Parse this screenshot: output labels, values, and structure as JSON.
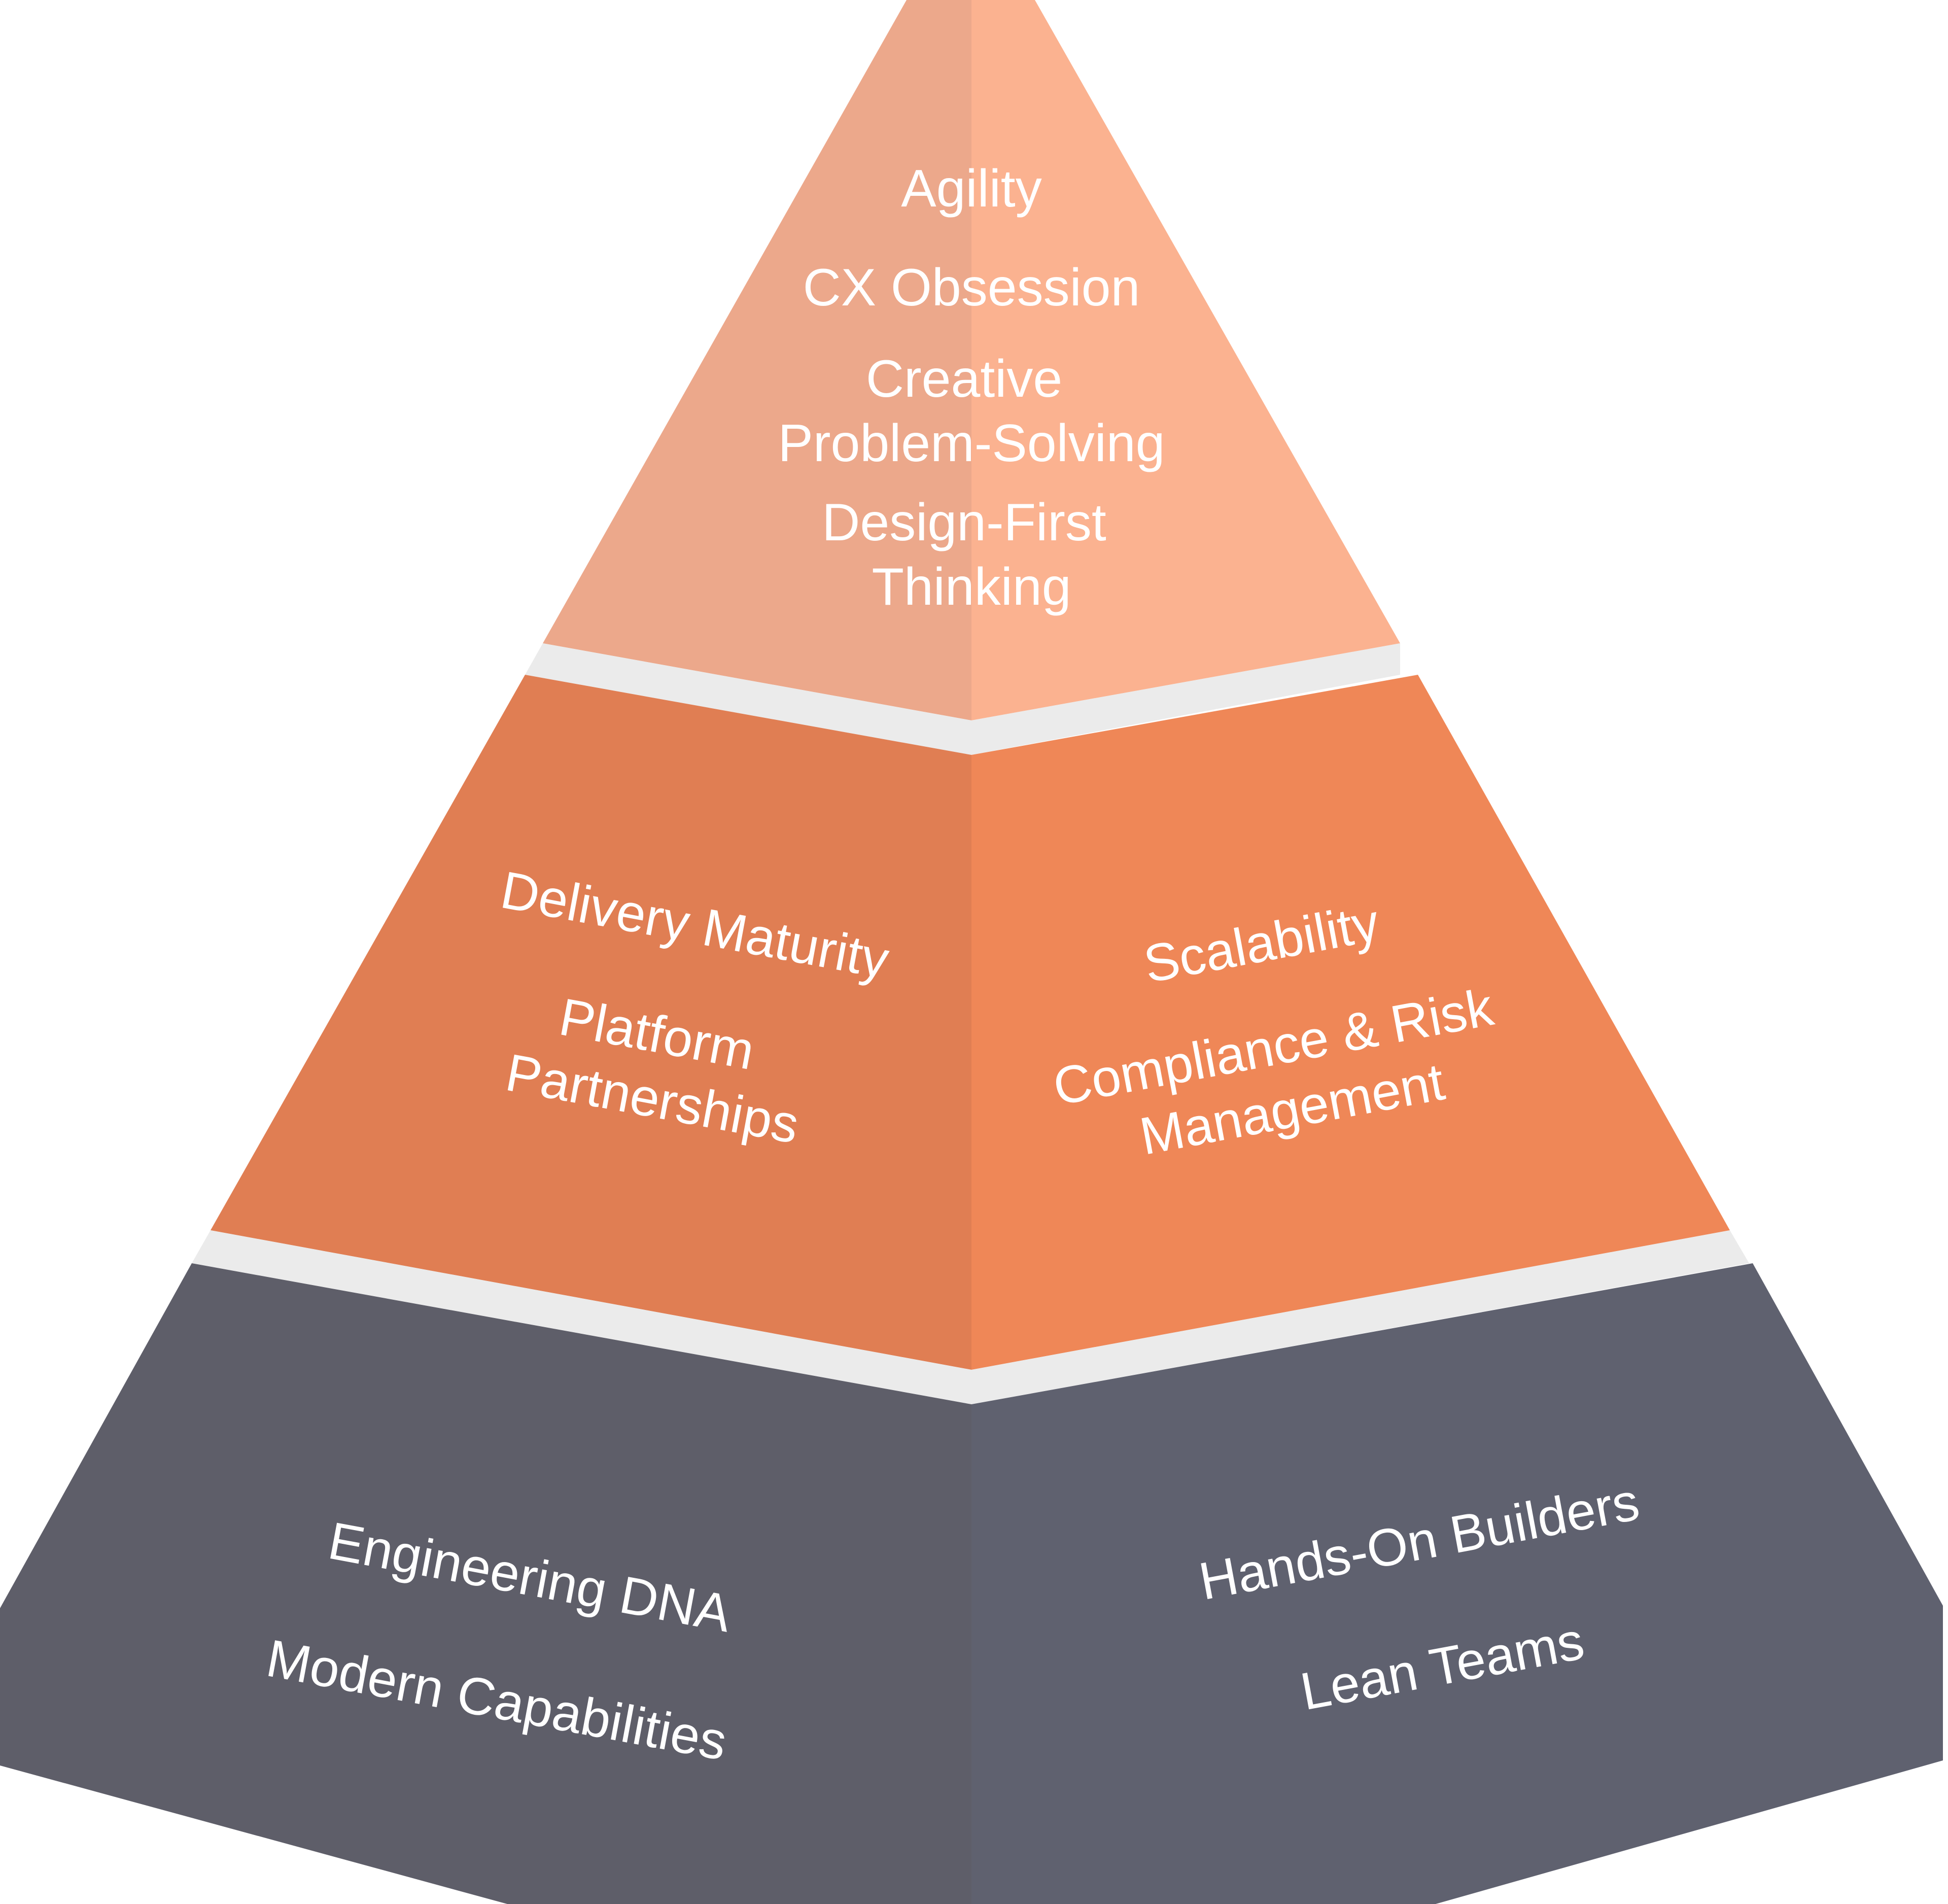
{
  "pyramid": {
    "colors": {
      "top_left": "#ECA88B",
      "top_right": "#FBB290",
      "middle_left": "#E07E53",
      "middle_right": "#EF8757",
      "bottom_left": "#5E5E69",
      "bottom_right": "#5F616F",
      "ledge": "#EBEBEB",
      "background": "#FFFFFF"
    },
    "top_tier": {
      "items": [
        {
          "lines": [
            "Agility"
          ]
        },
        {
          "lines": [
            "CX Obsession"
          ]
        },
        {
          "lines": [
            "Creative",
            "Problem-Solving"
          ]
        },
        {
          "lines": [
            "Design-First",
            "Thinking"
          ]
        }
      ]
    },
    "middle_tier": {
      "left": {
        "items": [
          {
            "lines": [
              "Delivery Maturity"
            ]
          },
          {
            "lines": [
              "Platform",
              "Partnerships"
            ]
          }
        ]
      },
      "right": {
        "items": [
          {
            "lines": [
              "Scalability"
            ]
          },
          {
            "lines": [
              "Compliance & Risk",
              "Management"
            ]
          }
        ]
      }
    },
    "bottom_tier": {
      "left": {
        "items": [
          {
            "lines": [
              "Engineering DNA"
            ]
          },
          {
            "lines": [
              "Modern Capabilities"
            ]
          }
        ]
      },
      "right": {
        "items": [
          {
            "lines": [
              "Hands-On Builders"
            ]
          },
          {
            "lines": [
              "Lean Teams"
            ]
          }
        ]
      }
    }
  }
}
